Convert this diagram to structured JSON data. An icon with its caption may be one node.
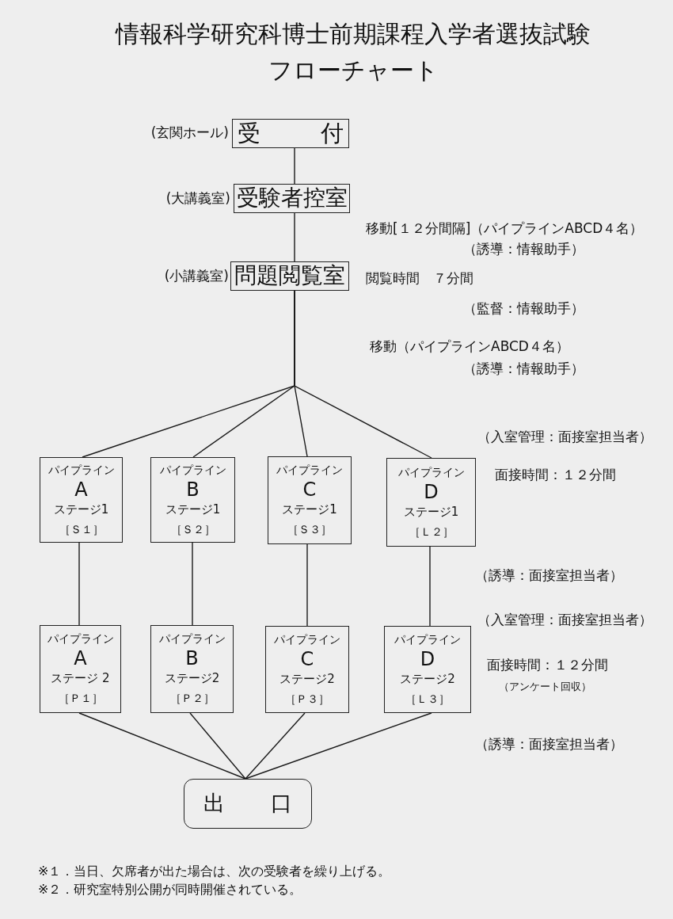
{
  "diagram": {
    "title": "情報科学研究科博士前期課程入学者選抜試験フローチャート",
    "nodes": [
      {
        "text": [
          "受付"
        ],
        "beside": [
          "(玄関ホール)"
        ]
      },
      {
        "text": [
          "受験者控室"
        ],
        "beside": [
          "(大講義室)"
        ]
      },
      {
        "text": [
          "問題閲覧室"
        ],
        "beside": [
          "(小講義室)"
        ]
      },
      {
        "text": [
          "パイプライン",
          "A",
          "ステージ1",
          "［Ｓ１］"
        ]
      },
      {
        "text": [
          "パイプライン",
          "B",
          "ステージ1",
          "［Ｓ２］"
        ]
      },
      {
        "text": [
          "パイプライン",
          "C",
          "ステージ1",
          "［Ｓ３］"
        ]
      },
      {
        "text": [
          "パイプライン",
          "D",
          "ステージ1",
          "［Ｌ２］"
        ]
      },
      {
        "text": [
          "パイプライン",
          "A",
          "ステージ 2",
          "［Ｐ１］"
        ]
      },
      {
        "text": [
          "パイプライン",
          "B",
          "ステージ2",
          "［Ｐ２］"
        ]
      },
      {
        "text": [
          "パイプライン",
          "C",
          "ステージ2",
          "［Ｐ３］"
        ]
      },
      {
        "text": [
          "パイプライン",
          "D",
          "ステージ2",
          "［Ｌ３］"
        ]
      },
      {
        "text": [
          "出口"
        ]
      }
    ],
    "edges": [
      {
        "from": 0,
        "to": 1,
        "arrow": "none"
      },
      {
        "from": 1,
        "to": 2,
        "arrow": "none"
      },
      {
        "from": 2,
        "to": 3,
        "arrow": "none"
      },
      {
        "from": 2,
        "to": 4,
        "arrow": "none"
      },
      {
        "from": 2,
        "to": 5,
        "arrow": "none"
      },
      {
        "from": 2,
        "to": 6,
        "arrow": "none"
      },
      {
        "from": 3,
        "to": 7,
        "arrow": "none"
      },
      {
        "from": 4,
        "to": 8,
        "arrow": "none"
      },
      {
        "from": 5,
        "to": 9,
        "arrow": "none"
      },
      {
        "from": 6,
        "to": 10,
        "arrow": "none"
      },
      {
        "from": 7,
        "to": 11,
        "arrow": "none"
      },
      {
        "from": 8,
        "to": 11,
        "arrow": "none"
      },
      {
        "from": 9,
        "to": 11,
        "arrow": "none"
      },
      {
        "from": 10,
        "to": 11,
        "arrow": "none"
      }
    ],
    "labels": [
      "移動[１２分間隔]（パイプラインABCD４名）",
      "（誘導：情報助手）",
      "閲覧時間　７分間",
      "（監督：情報助手）",
      "移動（パイプラインABCD４名）",
      "（誘導：情報助手）",
      "（入室管理：面接室担当者）",
      "面接時間：１２分間",
      "（誘導：面接室担当者）",
      "（入室管理：面接室担当者）",
      "面接時間：１２分間",
      "（アンケート回収）",
      "（誘導：面接室担当者）",
      "※１．当日、欠席者が出た場合は、次の受験者を繰り上げる。",
      "※２．研究室特別公開が同時開催されている。"
    ]
  }
}
